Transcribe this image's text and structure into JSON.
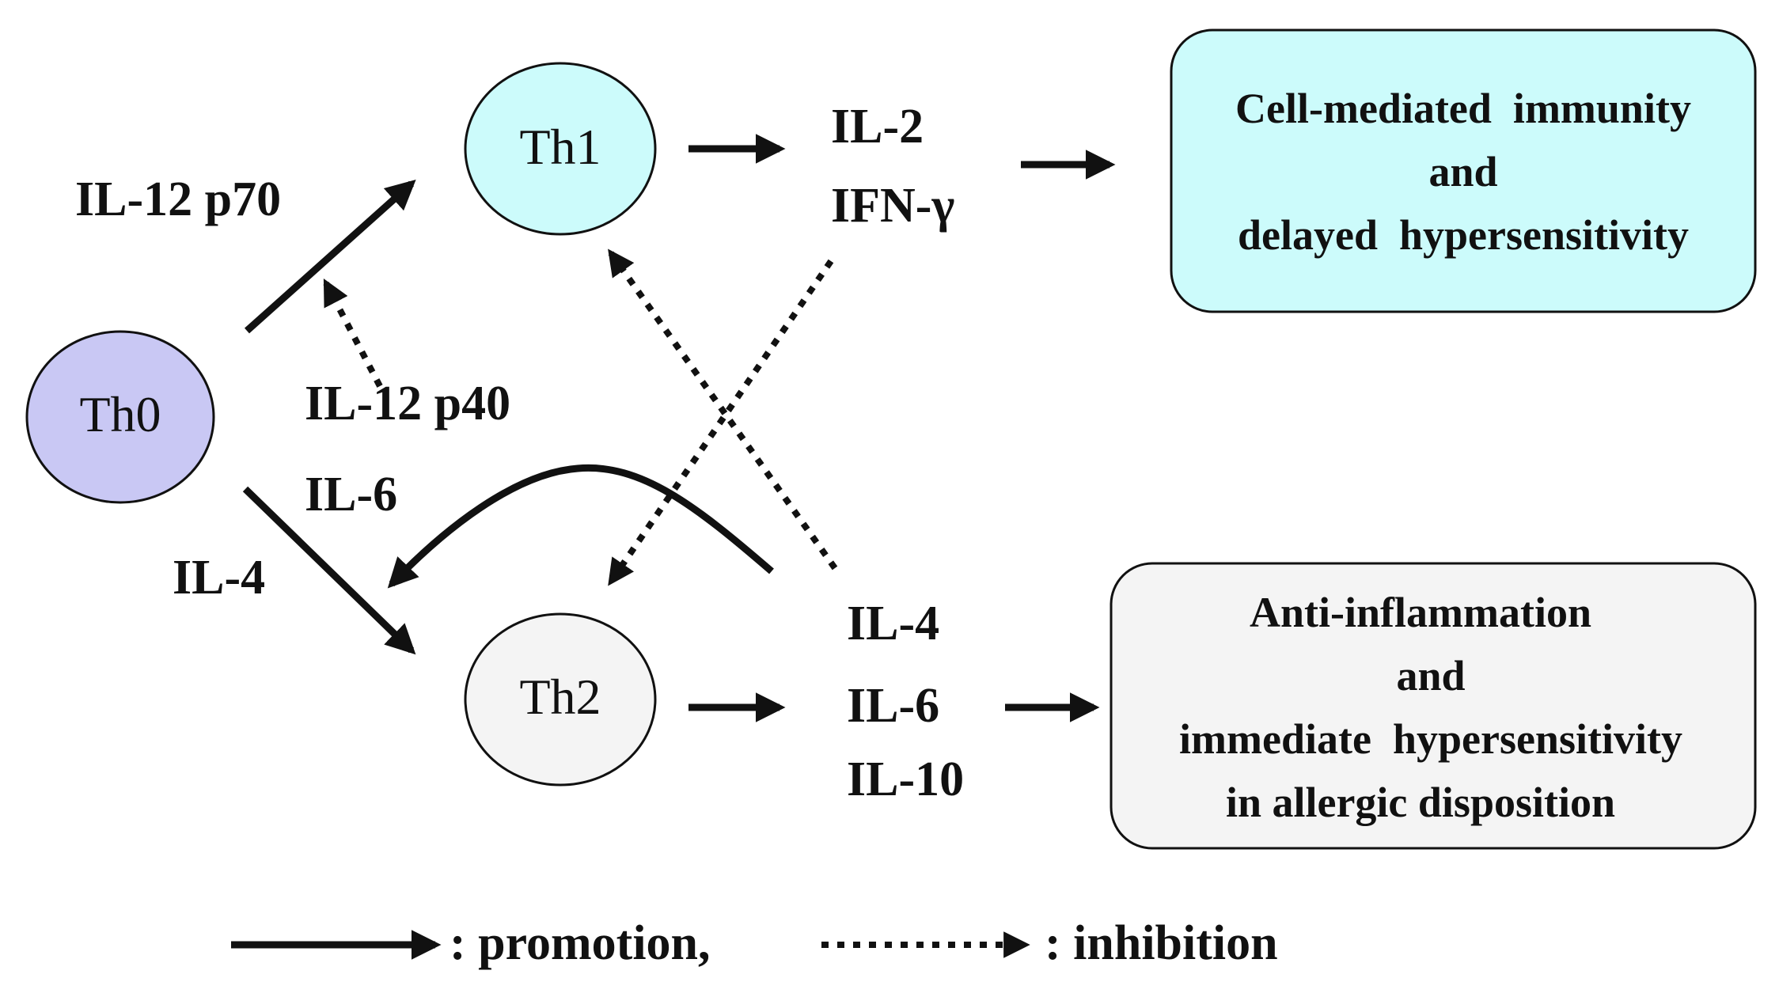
{
  "colors": {
    "th0_fill": "#c9c8f4",
    "th1_fill": "#ccfbfb",
    "th2_fill": "#f4f4f4",
    "box1_fill": "#ccfbfb",
    "box2_fill": "#f4f4f4",
    "stroke": "#111111"
  },
  "nodes": {
    "th0": "Th0",
    "th1": "Th1",
    "th2": "Th2"
  },
  "labels": {
    "il12_p70": "IL-12 p70",
    "il12_p40": "IL-12 p40",
    "il6_left": "IL-6",
    "il4_left": "IL-4",
    "th1_out_1": "IL-2",
    "th1_out_2": "IFN-γ",
    "th2_out_1": "IL-4",
    "th2_out_2": "IL-6",
    "th2_out_3": "IL-10"
  },
  "outcomes": {
    "th1_box": [
      "Cell-mediated  immunity",
      "and",
      "delayed  hypersensitivity"
    ],
    "th2_box": [
      "Anti-inflammation",
      "and",
      "immediate  hypersensitivity",
      "in allergic disposition"
    ]
  },
  "legend": {
    "promotion": ": promotion,",
    "inhibition": ": inhibition"
  }
}
